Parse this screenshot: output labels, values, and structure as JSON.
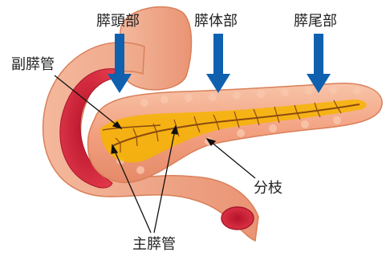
{
  "labels": {
    "head": "膵頭部",
    "body": "膵体部",
    "tail": "膵尾部",
    "accessory_duct": "副膵管",
    "main_duct": "主膵管",
    "branch": "分枝"
  },
  "colors": {
    "arrow": "#1060b0",
    "tissue": "#f2a080",
    "tissue_edge": "#d9805a",
    "duodenum_wall": "#f0a68a",
    "duodenum_inner": "#d8283c",
    "duct_yellow": "#f6b400",
    "duct_line": "#8a4a10",
    "pointer": "#111111"
  }
}
